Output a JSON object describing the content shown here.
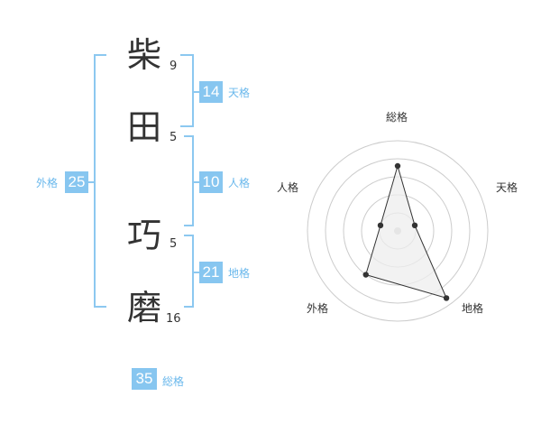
{
  "name": {
    "chars": [
      {
        "char": "柴",
        "strokes": "9"
      },
      {
        "char": "田",
        "strokes": "5"
      },
      {
        "char": "巧",
        "strokes": "5"
      },
      {
        "char": "磨",
        "strokes": "16"
      }
    ]
  },
  "kakusu": {
    "tenkaku": {
      "value": "14",
      "label": "天格"
    },
    "jinkaku": {
      "value": "10",
      "label": "人格"
    },
    "chikaku": {
      "value": "21",
      "label": "地格"
    },
    "gaikaku": {
      "value": "25",
      "label": "外格"
    },
    "soukaku": {
      "value": "35",
      "label": "総格"
    }
  },
  "colors": {
    "accent": "#87c6f0",
    "bracket": "#8cc8f0",
    "label": "#6ab8ec"
  },
  "chart_data": {
    "type": "radar",
    "axes": [
      "総格",
      "天格",
      "地格",
      "外格",
      "人格"
    ],
    "values": [
      0.72,
      0.2,
      0.92,
      0.6,
      0.2
    ],
    "rings": 5
  }
}
